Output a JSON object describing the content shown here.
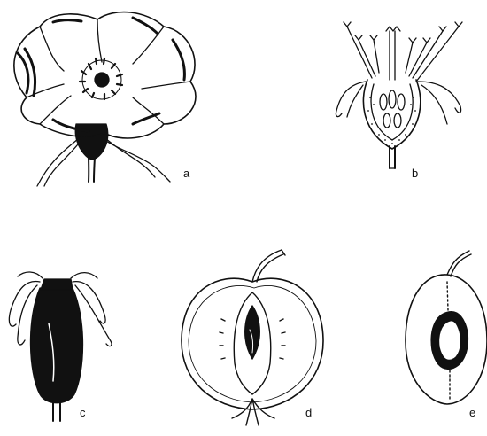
{
  "panels": [
    {
      "id": "a",
      "label": "a"
    },
    {
      "id": "b",
      "label": "b"
    },
    {
      "id": "c",
      "label": "c"
    },
    {
      "id": "d",
      "label": "d"
    },
    {
      "id": "e",
      "label": "e"
    }
  ],
  "colors": {
    "ink": "#111111",
    "background": "#ffffff"
  }
}
